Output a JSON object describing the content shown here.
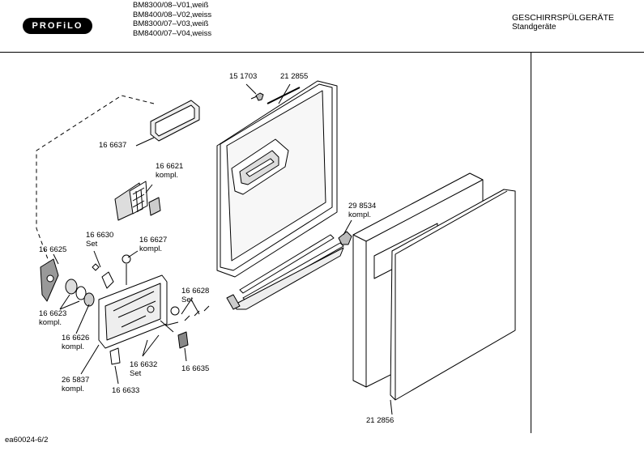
{
  "header": {
    "brand": "PROFiLO",
    "models": [
      "BM8300/08–V01,weiß",
      "BM8400/08–V02,weiss",
      "BM8300/07–V03,weiß",
      "BM8400/07–V04,weiss"
    ],
    "category_title": "GESCHIRRSPÜLGERÄTE",
    "category_sub": "Standgeräte"
  },
  "footer": {
    "doc_id": "ea60024-6/2"
  },
  "parts": [
    {
      "lines": [
        "15 1703"
      ]
    },
    {
      "lines": [
        "21 2855"
      ]
    },
    {
      "lines": [
        "16 6637"
      ]
    },
    {
      "lines": [
        "16 6621",
        "kompl."
      ]
    },
    {
      "lines": [
        "29 8534",
        "kompl."
      ]
    },
    {
      "lines": [
        "16 6630",
        "Set"
      ]
    },
    {
      "lines": [
        "16 6627",
        "kompl."
      ]
    },
    {
      "lines": [
        "16 6625"
      ]
    },
    {
      "lines": [
        "16 6628",
        "Set"
      ]
    },
    {
      "lines": [
        "16 6623",
        "kompl."
      ]
    },
    {
      "lines": [
        "16 6626",
        "kompl."
      ]
    },
    {
      "lines": [
        "16 6632",
        "Set"
      ]
    },
    {
      "lines": [
        "16 6635"
      ]
    },
    {
      "lines": [
        "26 5837",
        "kompl."
      ]
    },
    {
      "lines": [
        "16 6633"
      ]
    },
    {
      "lines": [
        "21 2856"
      ]
    }
  ]
}
